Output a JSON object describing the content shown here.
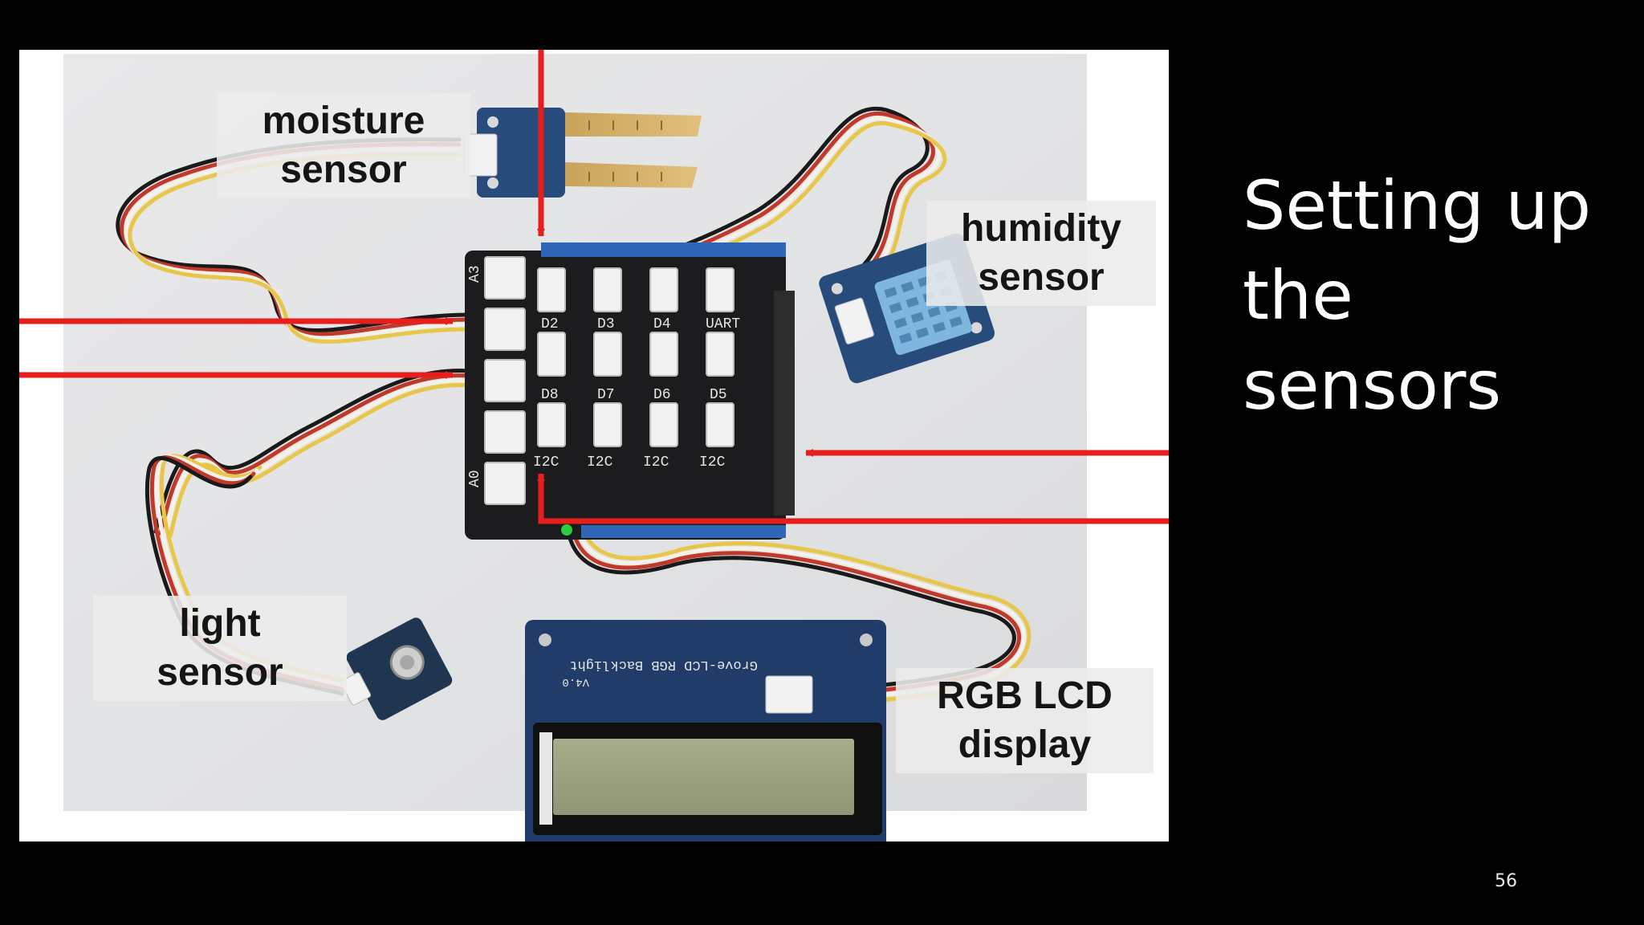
{
  "slide": {
    "title_lines": [
      "Setting up",
      "the",
      "sensors"
    ],
    "page_number": "56"
  },
  "photo": {
    "labels": {
      "moisture_line1": "moisture",
      "moisture_line2": "sensor",
      "humidity_line1": "humidity",
      "humidity_line2": "sensor",
      "light_line1": "light",
      "light_line2": "sensor",
      "lcd_line1": "RGB LCD",
      "lcd_line2": "display"
    },
    "board_silkscreen": {
      "a3": "A3",
      "a0": "A0",
      "d2": "D2",
      "d3": "D3",
      "d4": "D4",
      "d7": "D7",
      "d6": "D6",
      "d5": "D5",
      "d8": "D8",
      "uart": "UART",
      "i2c_1": "I2C",
      "i2c_2": "I2C",
      "i2c_3": "I2C",
      "i2c_4": "I2C"
    },
    "lcd_silkscreen": "Grove-LCD RGB Backlight",
    "lcd_version": "V4.0",
    "arrow_color": "#e61e1e"
  }
}
